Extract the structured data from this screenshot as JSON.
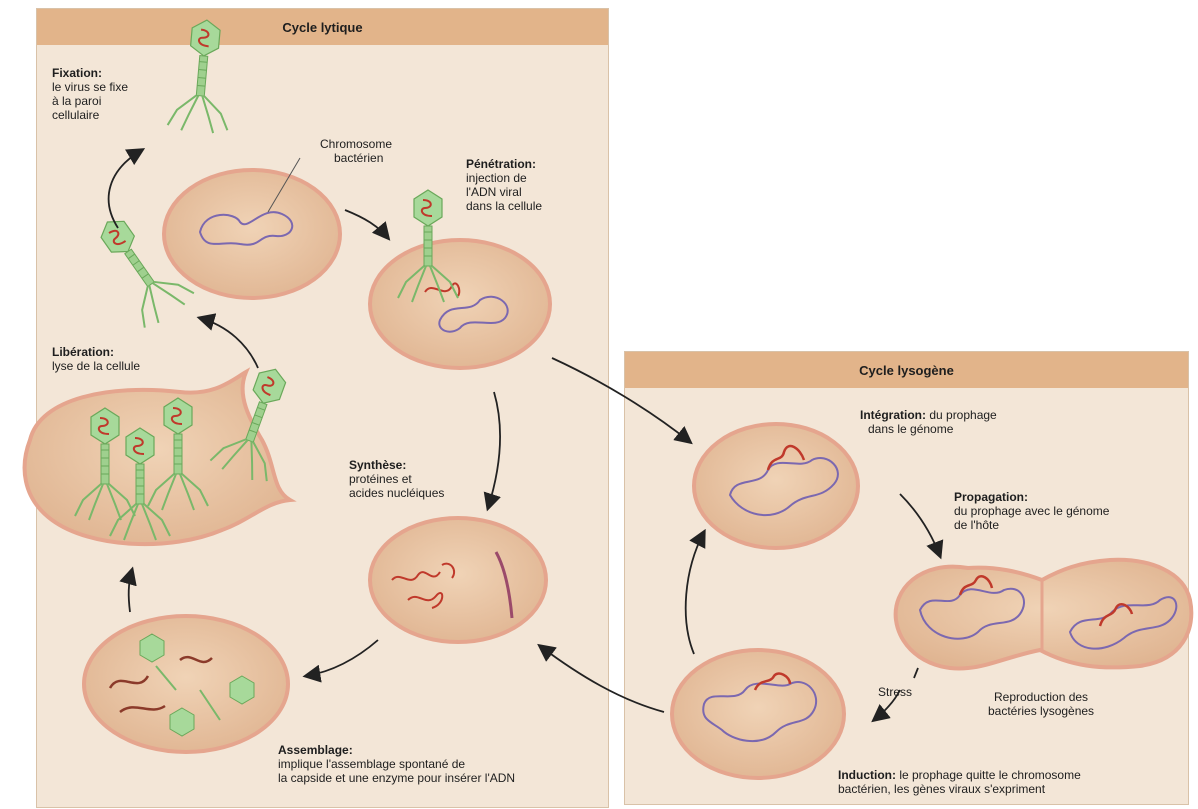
{
  "lytic": {
    "title": "Cycle lytique",
    "fixation": {
      "title": "Fixation:",
      "lines": [
        "le virus se fixe",
        "à la paroi",
        "cellulaire"
      ]
    },
    "chromosome": [
      "Chromosome",
      "bactérien"
    ],
    "penetration": {
      "title": "Pénétration:",
      "lines": [
        "injection de",
        "l'ADN viral",
        "dans la cellule"
      ]
    },
    "liberation": {
      "title": "Libération:",
      "lines": [
        "lyse de la cellule"
      ]
    },
    "synthese": {
      "title": "Synthèse:",
      "lines": [
        "protéines et",
        "acides nucléiques"
      ]
    },
    "assemblage": {
      "title": "Assemblage:",
      "lines": [
        "implique l'assemblage spontané de",
        "la capside et une enzyme pour insérer l'ADN"
      ]
    }
  },
  "lysogenic": {
    "title": "Cycle lysogène",
    "integration": {
      "title": "Intégration:",
      "rest": " du prophage",
      "line2": "dans le génome"
    },
    "propagation": {
      "title": "Propagation:",
      "lines": [
        "du prophage avec le génome",
        "de l'hôte"
      ]
    },
    "stress": "Stress",
    "reproduction": [
      "Reproduction des",
      "bactéries lysogènes"
    ],
    "induction": {
      "title": "Induction:",
      "rest": " le prophage quitte le chromosome",
      "line2": "bactérien, les gènes viraux s'expriment"
    }
  },
  "colors": {
    "cell_fill": "#e8c3a1",
    "cell_border": "#e5a58e",
    "bacterial_dna": "#7b68b0",
    "viral_dna": "#c0392b",
    "phage_green": "#8bc87a"
  }
}
